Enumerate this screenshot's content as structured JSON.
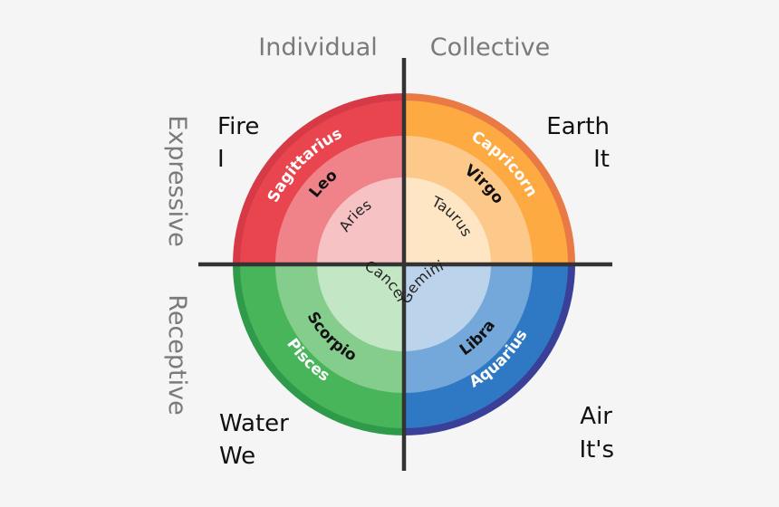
{
  "axes": {
    "top_left": "Individual",
    "top_right": "Collective",
    "left_top": "Expressive",
    "left_bottom": "Receptive"
  },
  "quadrants": {
    "fire": {
      "element": "Fire",
      "pronoun": "I",
      "outer": "Sagittarius",
      "middle": "Leo",
      "inner": "Aries",
      "colors": {
        "outer": "#e8454f",
        "middle": "#f0838a",
        "inner": "#f6c2c4",
        "rim": "#d63a46"
      }
    },
    "earth": {
      "element": "Earth",
      "pronoun": "It",
      "outer": "Capricorn",
      "middle": "Virgo",
      "inner": "Taurus",
      "colors": {
        "outer": "#fdaa42",
        "middle": "#fdc98a",
        "inner": "#fee5c4",
        "rim": "#ea7a45"
      }
    },
    "water": {
      "element": "Water",
      "pronoun": "We",
      "outer": "Pisces",
      "middle": "Scorpio",
      "inner": "Cancer",
      "colors": {
        "outer": "#48b55a",
        "middle": "#85cd8c",
        "inner": "#c3e6c4",
        "rim": "#2f9b4a"
      }
    },
    "air": {
      "element": "Air",
      "pronoun": "It's",
      "outer": "Aquarius",
      "middle": "Libra",
      "inner": "Gemini",
      "colors": {
        "outer": "#2f78c3",
        "middle": "#74a7da",
        "inner": "#bcd3ec",
        "rim": "#3a3f98"
      }
    }
  },
  "axis_color": "#333333"
}
